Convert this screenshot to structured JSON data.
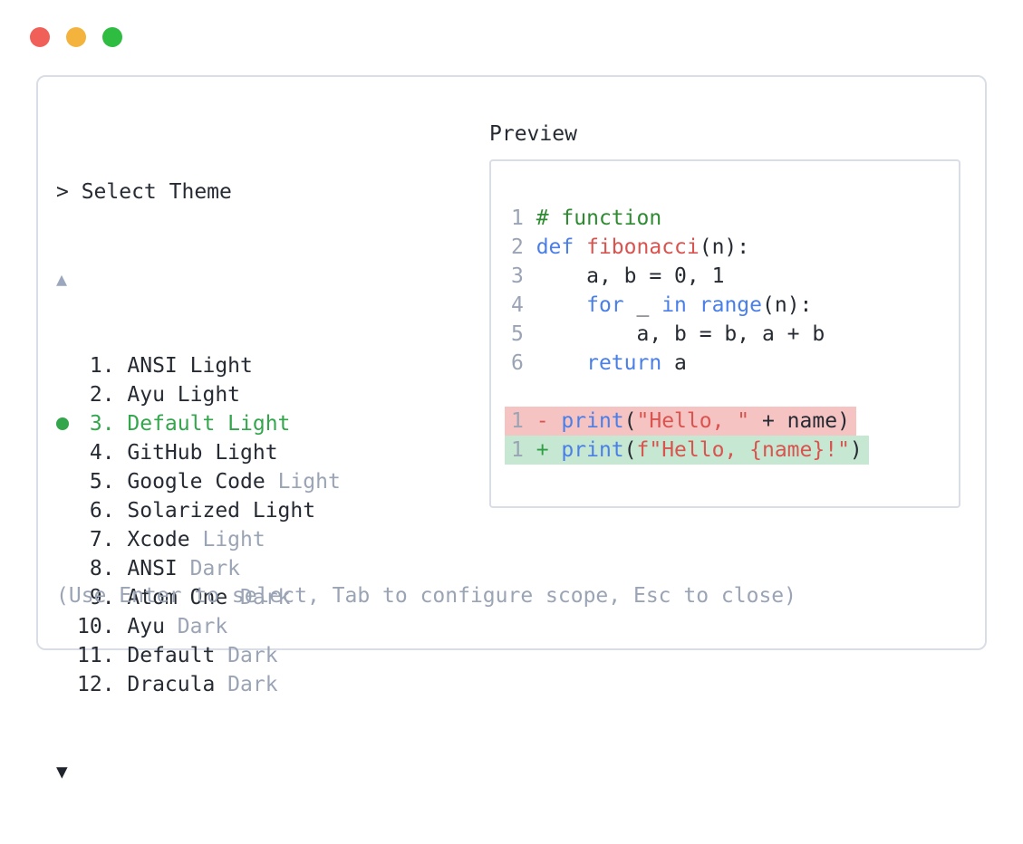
{
  "palette": {
    "dark": "#262b33",
    "gray": "#9aa4b5",
    "border": "#d9dee6",
    "selected_green": "#33a64c",
    "comment_green": "#2e8b31",
    "plus_green": "#2f9e44",
    "keyword_blue": "#4a7fe8",
    "string_red": "#d9534f",
    "diff_removed_bg": "#f6c3c3",
    "diff_added_bg": "#c6e8d2",
    "scroll_up": "#9aa7bd",
    "scroll_down": "#20252d"
  },
  "window_controls": [
    {
      "name": "close-button",
      "color": "#f15f59"
    },
    {
      "name": "minimize-button",
      "color": "#f3b33c"
    },
    {
      "name": "zoom-button",
      "color": "#2ebc41"
    }
  ],
  "theme_picker": {
    "prompt": "> Select Theme",
    "scroll_up_indicator": "▲",
    "scroll_down_indicator": "▼",
    "items": [
      {
        "number": 1,
        "name": "ANSI Light",
        "variant": "",
        "selected": false
      },
      {
        "number": 2,
        "name": "Ayu Light",
        "variant": "",
        "selected": false
      },
      {
        "number": 3,
        "name": "Default Light",
        "variant": "",
        "selected": true
      },
      {
        "number": 4,
        "name": "GitHub Light",
        "variant": "",
        "selected": false
      },
      {
        "number": 5,
        "name": "Google Code",
        "variant": "Light",
        "selected": false
      },
      {
        "number": 6,
        "name": "Solarized Light",
        "variant": "",
        "selected": false
      },
      {
        "number": 7,
        "name": "Xcode",
        "variant": "Light",
        "selected": false
      },
      {
        "number": 8,
        "name": "ANSI",
        "variant": "Dark",
        "selected": false
      },
      {
        "number": 9,
        "name": "Atom One",
        "variant": "Dark",
        "selected": false
      },
      {
        "number": 10,
        "name": "Ayu",
        "variant": "Dark",
        "selected": false
      },
      {
        "number": 11,
        "name": "Default",
        "variant": "Dark",
        "selected": false
      },
      {
        "number": 12,
        "name": "Dracula",
        "variant": "Dark",
        "selected": false
      }
    ],
    "help_text": "(Use Enter to select, Tab to configure scope, Esc to close)"
  },
  "preview": {
    "title": "Preview",
    "code_lines": [
      {
        "num": "1",
        "diff": "",
        "tokens": [
          [
            "comment",
            "# function"
          ]
        ]
      },
      {
        "num": "2",
        "diff": "",
        "tokens": [
          [
            "keyword",
            "def"
          ],
          [
            "plain",
            " "
          ],
          [
            "func",
            "fibonacci"
          ],
          [
            "plain",
            "(n):"
          ]
        ]
      },
      {
        "num": "3",
        "diff": "",
        "tokens": [
          [
            "plain",
            "    a, b = 0, 1"
          ]
        ]
      },
      {
        "num": "4",
        "diff": "",
        "tokens": [
          [
            "plain",
            "    "
          ],
          [
            "keyword",
            "for"
          ],
          [
            "plain",
            " _ "
          ],
          [
            "keyword",
            "in"
          ],
          [
            "plain",
            " "
          ],
          [
            "keyword",
            "range"
          ],
          [
            "plain",
            "(n):"
          ]
        ]
      },
      {
        "num": "5",
        "diff": "",
        "tokens": [
          [
            "plain",
            "        a, b = b, a + b"
          ]
        ]
      },
      {
        "num": "6",
        "diff": "",
        "tokens": [
          [
            "plain",
            "    "
          ],
          [
            "keyword",
            "return"
          ],
          [
            "plain",
            " a"
          ]
        ]
      },
      {
        "num": "",
        "diff": "",
        "tokens": []
      },
      {
        "num": "1",
        "diff": "removed",
        "tokens": [
          [
            "minus",
            "- "
          ],
          [
            "keyword",
            "print"
          ],
          [
            "plain",
            "("
          ],
          [
            "string",
            "\"Hello, \""
          ],
          [
            "plain",
            " + name)"
          ]
        ]
      },
      {
        "num": "1",
        "diff": "added",
        "tokens": [
          [
            "plus",
            "+ "
          ],
          [
            "keyword",
            "print"
          ],
          [
            "plain",
            "("
          ],
          [
            "string",
            "f\"Hello, {name}!\""
          ],
          [
            "plain",
            ")"
          ]
        ]
      }
    ]
  }
}
